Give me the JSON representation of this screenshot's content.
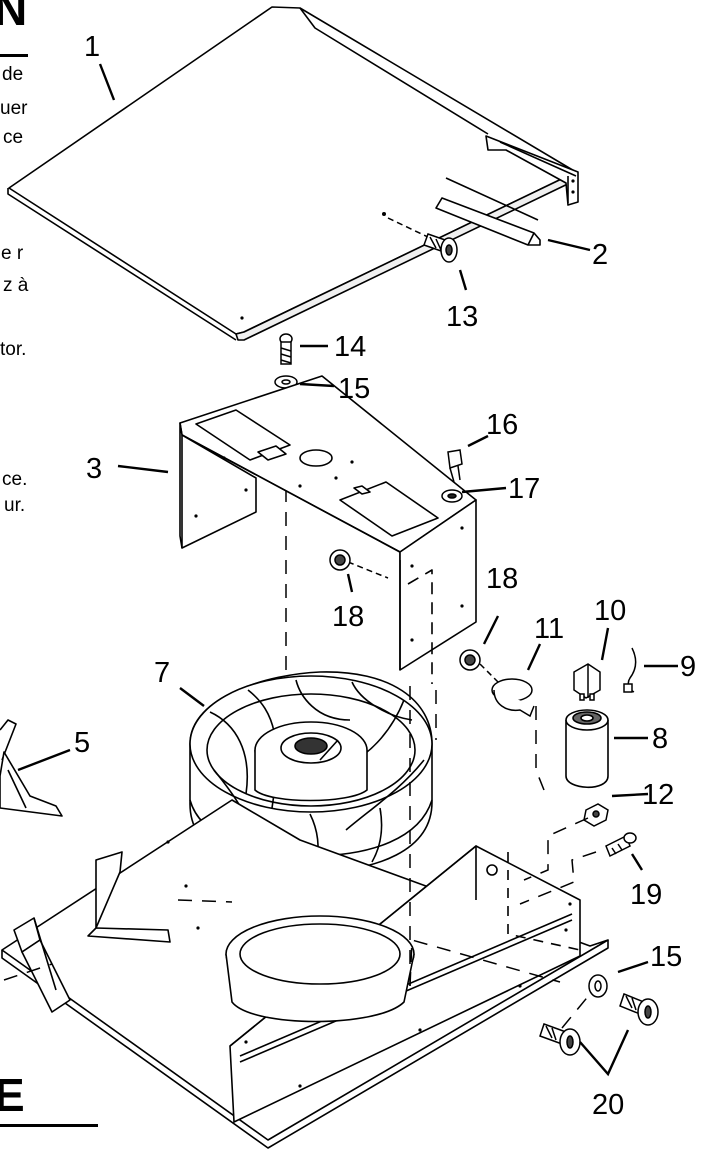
{
  "page": {
    "heading_top_fragment": "N",
    "heading_bottom_fragment": "E",
    "text_fragments": [
      "de",
      "uer",
      "ce",
      "e r",
      "z à",
      "tor.",
      "ce.",
      "ur."
    ]
  },
  "callouts": {
    "c1": "1",
    "c2": "2",
    "c3": "3",
    "c5": "5",
    "c7": "7",
    "c8": "8",
    "c9": "9",
    "c10": "10",
    "c11": "11",
    "c12": "12",
    "c13": "13",
    "c14": "14",
    "c15a": "15",
    "c15b": "15",
    "c16": "16",
    "c17": "17",
    "c18a": "18",
    "c18b": "18",
    "c19": "19",
    "c20": "20"
  }
}
